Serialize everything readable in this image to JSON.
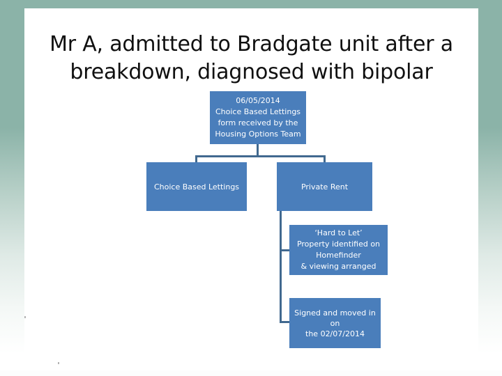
{
  "slide": {
    "title": "Mr A, admitted to Bradgate unit after a breakdown, diagnosed with bipolar",
    "frame_color": "#8bb3a8",
    "background_color": "#ffffff"
  },
  "flowchart": {
    "node_fill_color": "#4a7ebb",
    "node_text_color": "#ffffff",
    "connector_color": "#41698f",
    "nodes": [
      {
        "id": "cbl-form",
        "lines": [
          "06/05/2014",
          "Choice Based Lettings",
          "form received by the",
          "Housing Options Team"
        ]
      },
      {
        "id": "choice-based-lettings",
        "lines": [
          "Choice Based Lettings"
        ]
      },
      {
        "id": "private-rent",
        "lines": [
          "Private Rent"
        ]
      },
      {
        "id": "hard-to-let",
        "lines": [
          "‘Hard to Let’",
          "Property identified on",
          "Homefinder",
          "& viewing arranged"
        ]
      },
      {
        "id": "signed-moved-in",
        "lines": [
          "Signed and moved in on",
          "the 02/07/2014"
        ]
      }
    ]
  }
}
